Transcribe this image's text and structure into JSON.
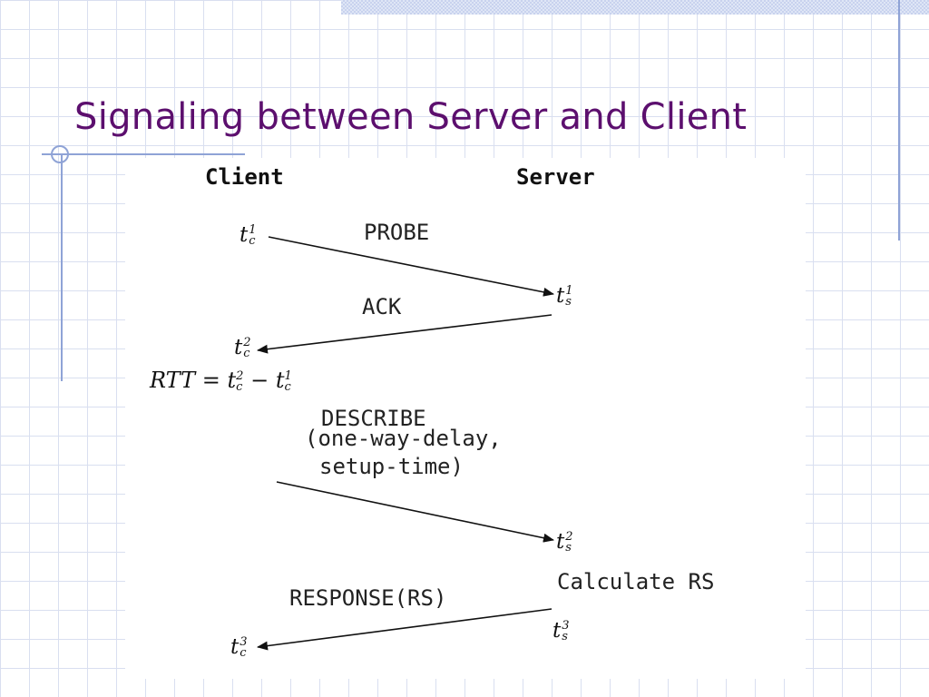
{
  "slide": {
    "title": "Signaling between Server and Client"
  },
  "diagram": {
    "lanes": {
      "client": "Client",
      "server": "Server"
    },
    "messages": {
      "probe": "PROBE",
      "ack": "ACK",
      "describe_1": "DESCRIBE",
      "describe_2": "(one-way-delay,",
      "describe_3": "setup-time)",
      "response": "RESPONSE(RS)",
      "calculate": "Calculate RS"
    },
    "times": {
      "tc1": {
        "base": "t",
        "sup": "1",
        "sub": "c"
      },
      "ts1": {
        "base": "t",
        "sup": "1",
        "sub": "s"
      },
      "tc2": {
        "base": "t",
        "sup": "2",
        "sub": "c"
      },
      "ts2": {
        "base": "t",
        "sup": "2",
        "sub": "s"
      },
      "ts3": {
        "base": "t",
        "sup": "3",
        "sub": "s"
      },
      "tc3": {
        "base": "t",
        "sup": "3",
        "sub": "c"
      }
    },
    "rtt": {
      "lhs": "RTT",
      "eq": "=",
      "minus": "−"
    }
  },
  "colors": {
    "title": "#5c0f6e",
    "grid": "#d9dff0",
    "accent_line": "#8fa3d6"
  }
}
